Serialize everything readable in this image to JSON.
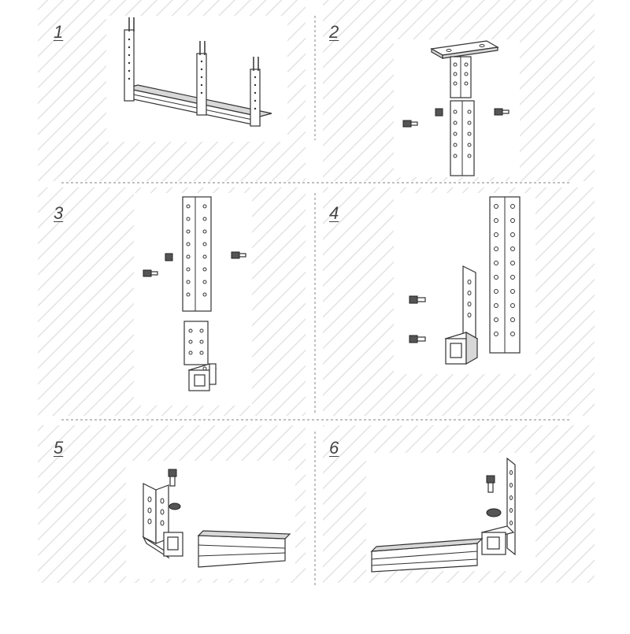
{
  "steps": [
    {
      "number": "1"
    },
    {
      "number": "2"
    },
    {
      "number": "3"
    },
    {
      "number": "4"
    },
    {
      "number": "5"
    },
    {
      "number": "6"
    }
  ],
  "colors": {
    "line": "#333333",
    "hatch": "#e3e3e3",
    "divider": "#9a9a9a",
    "shade": "#d8d8d8"
  }
}
